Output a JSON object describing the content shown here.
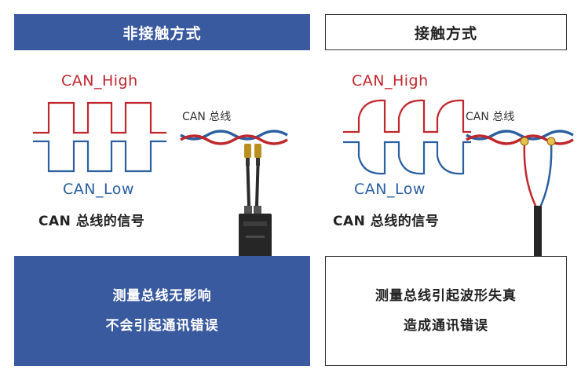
{
  "left": {
    "title": "非接触方式",
    "high_label": "CAN_High",
    "low_label": "CAN_Low",
    "bus_label": "CAN 总线",
    "caption": "CAN 总线的信号",
    "result_line1": "测量总线无影响",
    "result_line2": "不会引起通讯错误"
  },
  "right": {
    "title": "接触方式",
    "high_label": "CAN_High",
    "low_label": "CAN_Low",
    "bus_label": "CAN 总线",
    "caption": "CAN 总线的信号",
    "result_line1": "测量总线引起波形失真",
    "result_line2": "造成通讯错误"
  },
  "colors": {
    "brand_blue": "#3a5aa0",
    "high_red": "#c0272d",
    "low_blue": "#2a5fa0"
  }
}
